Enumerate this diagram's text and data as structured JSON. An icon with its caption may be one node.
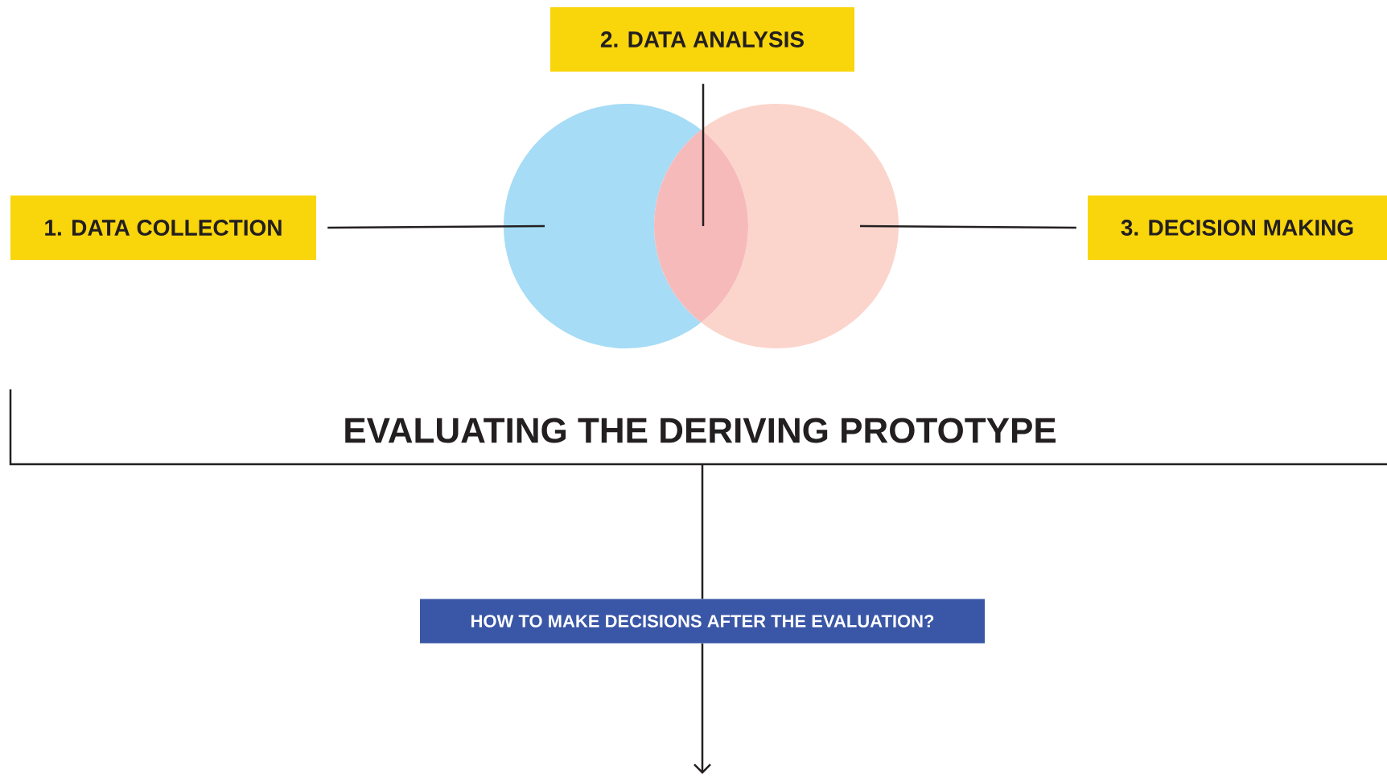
{
  "diagram": {
    "title": "EVALUATING THE DERIVING PROTOTYPE",
    "nodes": [
      {
        "text": [
          "2. DATA ANALYSIS"
        ]
      },
      {
        "text": [
          "1. DATA COLLECTION"
        ]
      },
      {
        "text": [
          "3. DECISION MAKING"
        ]
      },
      {
        "text": [],
        "shape": "circle"
      },
      {
        "text": [],
        "shape": "circle"
      },
      {
        "text": [],
        "shape": "lens"
      },
      {
        "text": [],
        "shape": "bracket"
      },
      {
        "text": [
          "HOW TO MAKE DECISIONS AFTER THE EVALUATION?"
        ]
      }
    ],
    "edges": [
      {
        "from": 1,
        "to": 3,
        "arrow": "none"
      },
      {
        "from": 0,
        "to": 5,
        "arrow": "none"
      },
      {
        "from": 2,
        "to": 4,
        "arrow": "none"
      },
      {
        "from": 6,
        "to": 7,
        "arrow": "none"
      },
      {
        "from": 7,
        "to": null,
        "arrow": "to"
      }
    ]
  }
}
